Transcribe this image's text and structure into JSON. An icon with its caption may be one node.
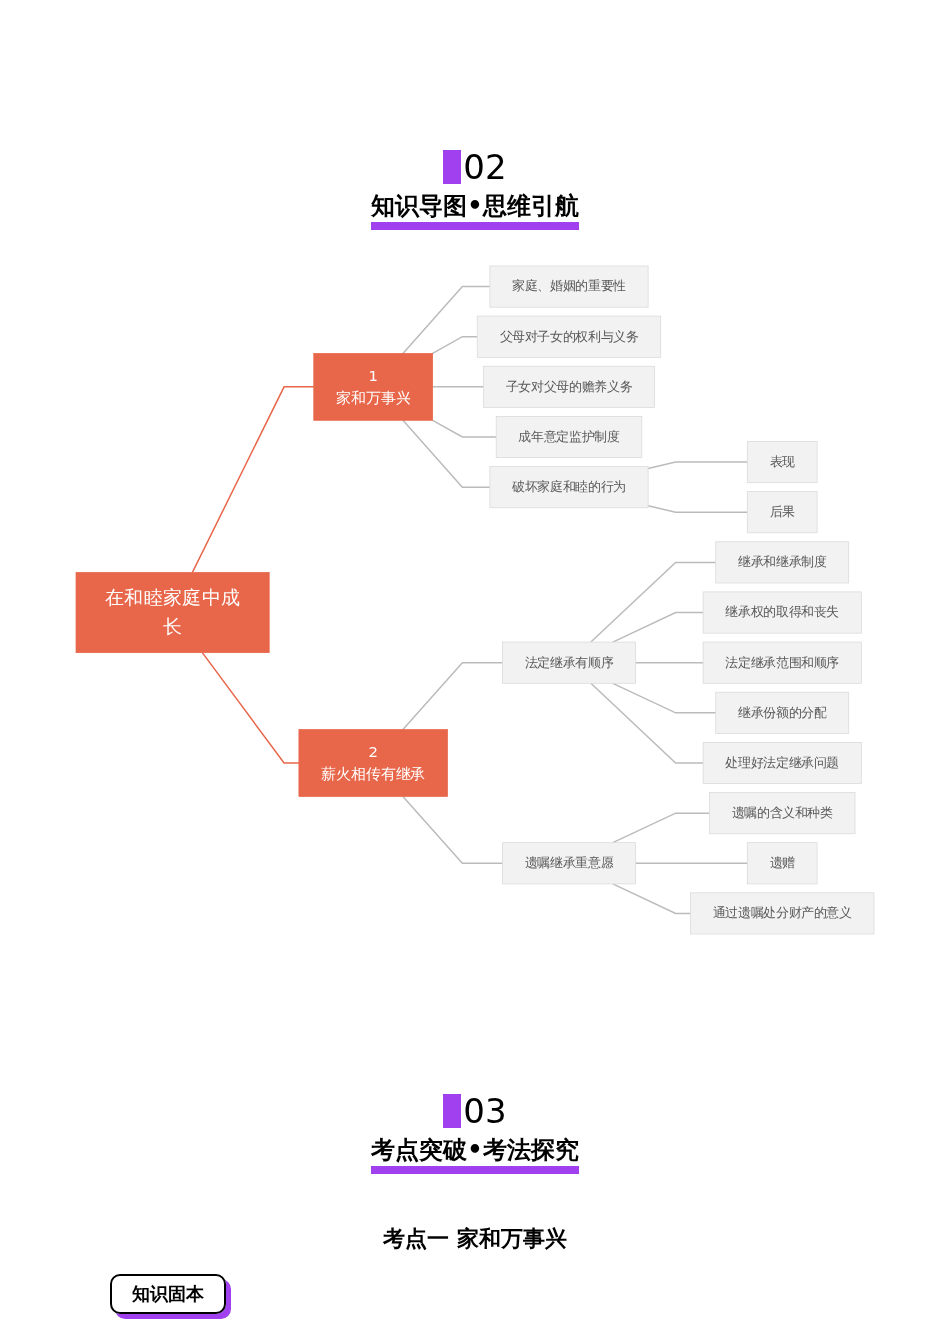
{
  "diagram": {
    "nodes": [
      {
        "text": [
          "在和睦家庭中成长"
        ]
      },
      {
        "text": [
          "1",
          "家和万事兴"
        ]
      },
      {
        "text": [
          "家庭、婚姻的重要性"
        ]
      },
      {
        "text": [
          "父母对子女的权利与义务"
        ]
      },
      {
        "text": [
          "子女对父母的赡养义务"
        ]
      },
      {
        "text": [
          "成年意定监护制度"
        ]
      },
      {
        "text": [
          "破坏家庭和睦的行为"
        ]
      },
      {
        "text": [
          "表现"
        ]
      },
      {
        "text": [
          "后果"
        ]
      },
      {
        "text": [
          "2",
          "薪火相传有继承"
        ]
      },
      {
        "text": [
          "法定继承有顺序"
        ]
      },
      {
        "text": [
          "继承和继承制度"
        ]
      },
      {
        "text": [
          "继承权的取得和丧失"
        ]
      },
      {
        "text": [
          "法定继承范围和顺序"
        ]
      },
      {
        "text": [
          "继承份额的分配"
        ]
      },
      {
        "text": [
          "处理好法定继承问题"
        ]
      },
      {
        "text": [
          "遗嘱继承重意愿"
        ]
      },
      {
        "text": [
          "遗嘱的含义和种类"
        ]
      },
      {
        "text": [
          "遗赠"
        ]
      },
      {
        "text": [
          "通过遗嘱处分财产的意义"
        ]
      }
    ],
    "edges": [
      {
        "from": 0,
        "to": 1,
        "arrow": "none",
        "color": "#e8664a"
      },
      {
        "from": 1,
        "to": 2,
        "arrow": "none"
      },
      {
        "from": 1,
        "to": 3,
        "arrow": "none"
      },
      {
        "from": 1,
        "to": 4,
        "arrow": "none"
      },
      {
        "from": 1,
        "to": 5,
        "arrow": "none"
      },
      {
        "from": 1,
        "to": 6,
        "arrow": "none"
      },
      {
        "from": 6,
        "to": 7,
        "arrow": "none"
      },
      {
        "from": 6,
        "to": 8,
        "arrow": "none"
      },
      {
        "from": 0,
        "to": 9,
        "arrow": "none",
        "color": "#e8664a"
      },
      {
        "from": 9,
        "to": 10,
        "arrow": "none"
      },
      {
        "from": 10,
        "to": 11,
        "arrow": "none"
      },
      {
        "from": 10,
        "to": 12,
        "arrow": "none"
      },
      {
        "from": 10,
        "to": 13,
        "arrow": "none"
      },
      {
        "from": 10,
        "to": 14,
        "arrow": "none"
      },
      {
        "from": 10,
        "to": 15,
        "arrow": "none"
      },
      {
        "from": 9,
        "to": 16,
        "arrow": "none"
      },
      {
        "from": 16,
        "to": 17,
        "arrow": "none"
      },
      {
        "from": 16,
        "to": 18,
        "arrow": "none"
      },
      {
        "from": 16,
        "to": 19,
        "arrow": "none"
      }
    ],
    "labels": [
      "02",
      "知识导图•思维引航",
      "03",
      "考点突破•考法探究",
      "考点一  家和万事兴",
      "知识固本"
    ]
  }
}
